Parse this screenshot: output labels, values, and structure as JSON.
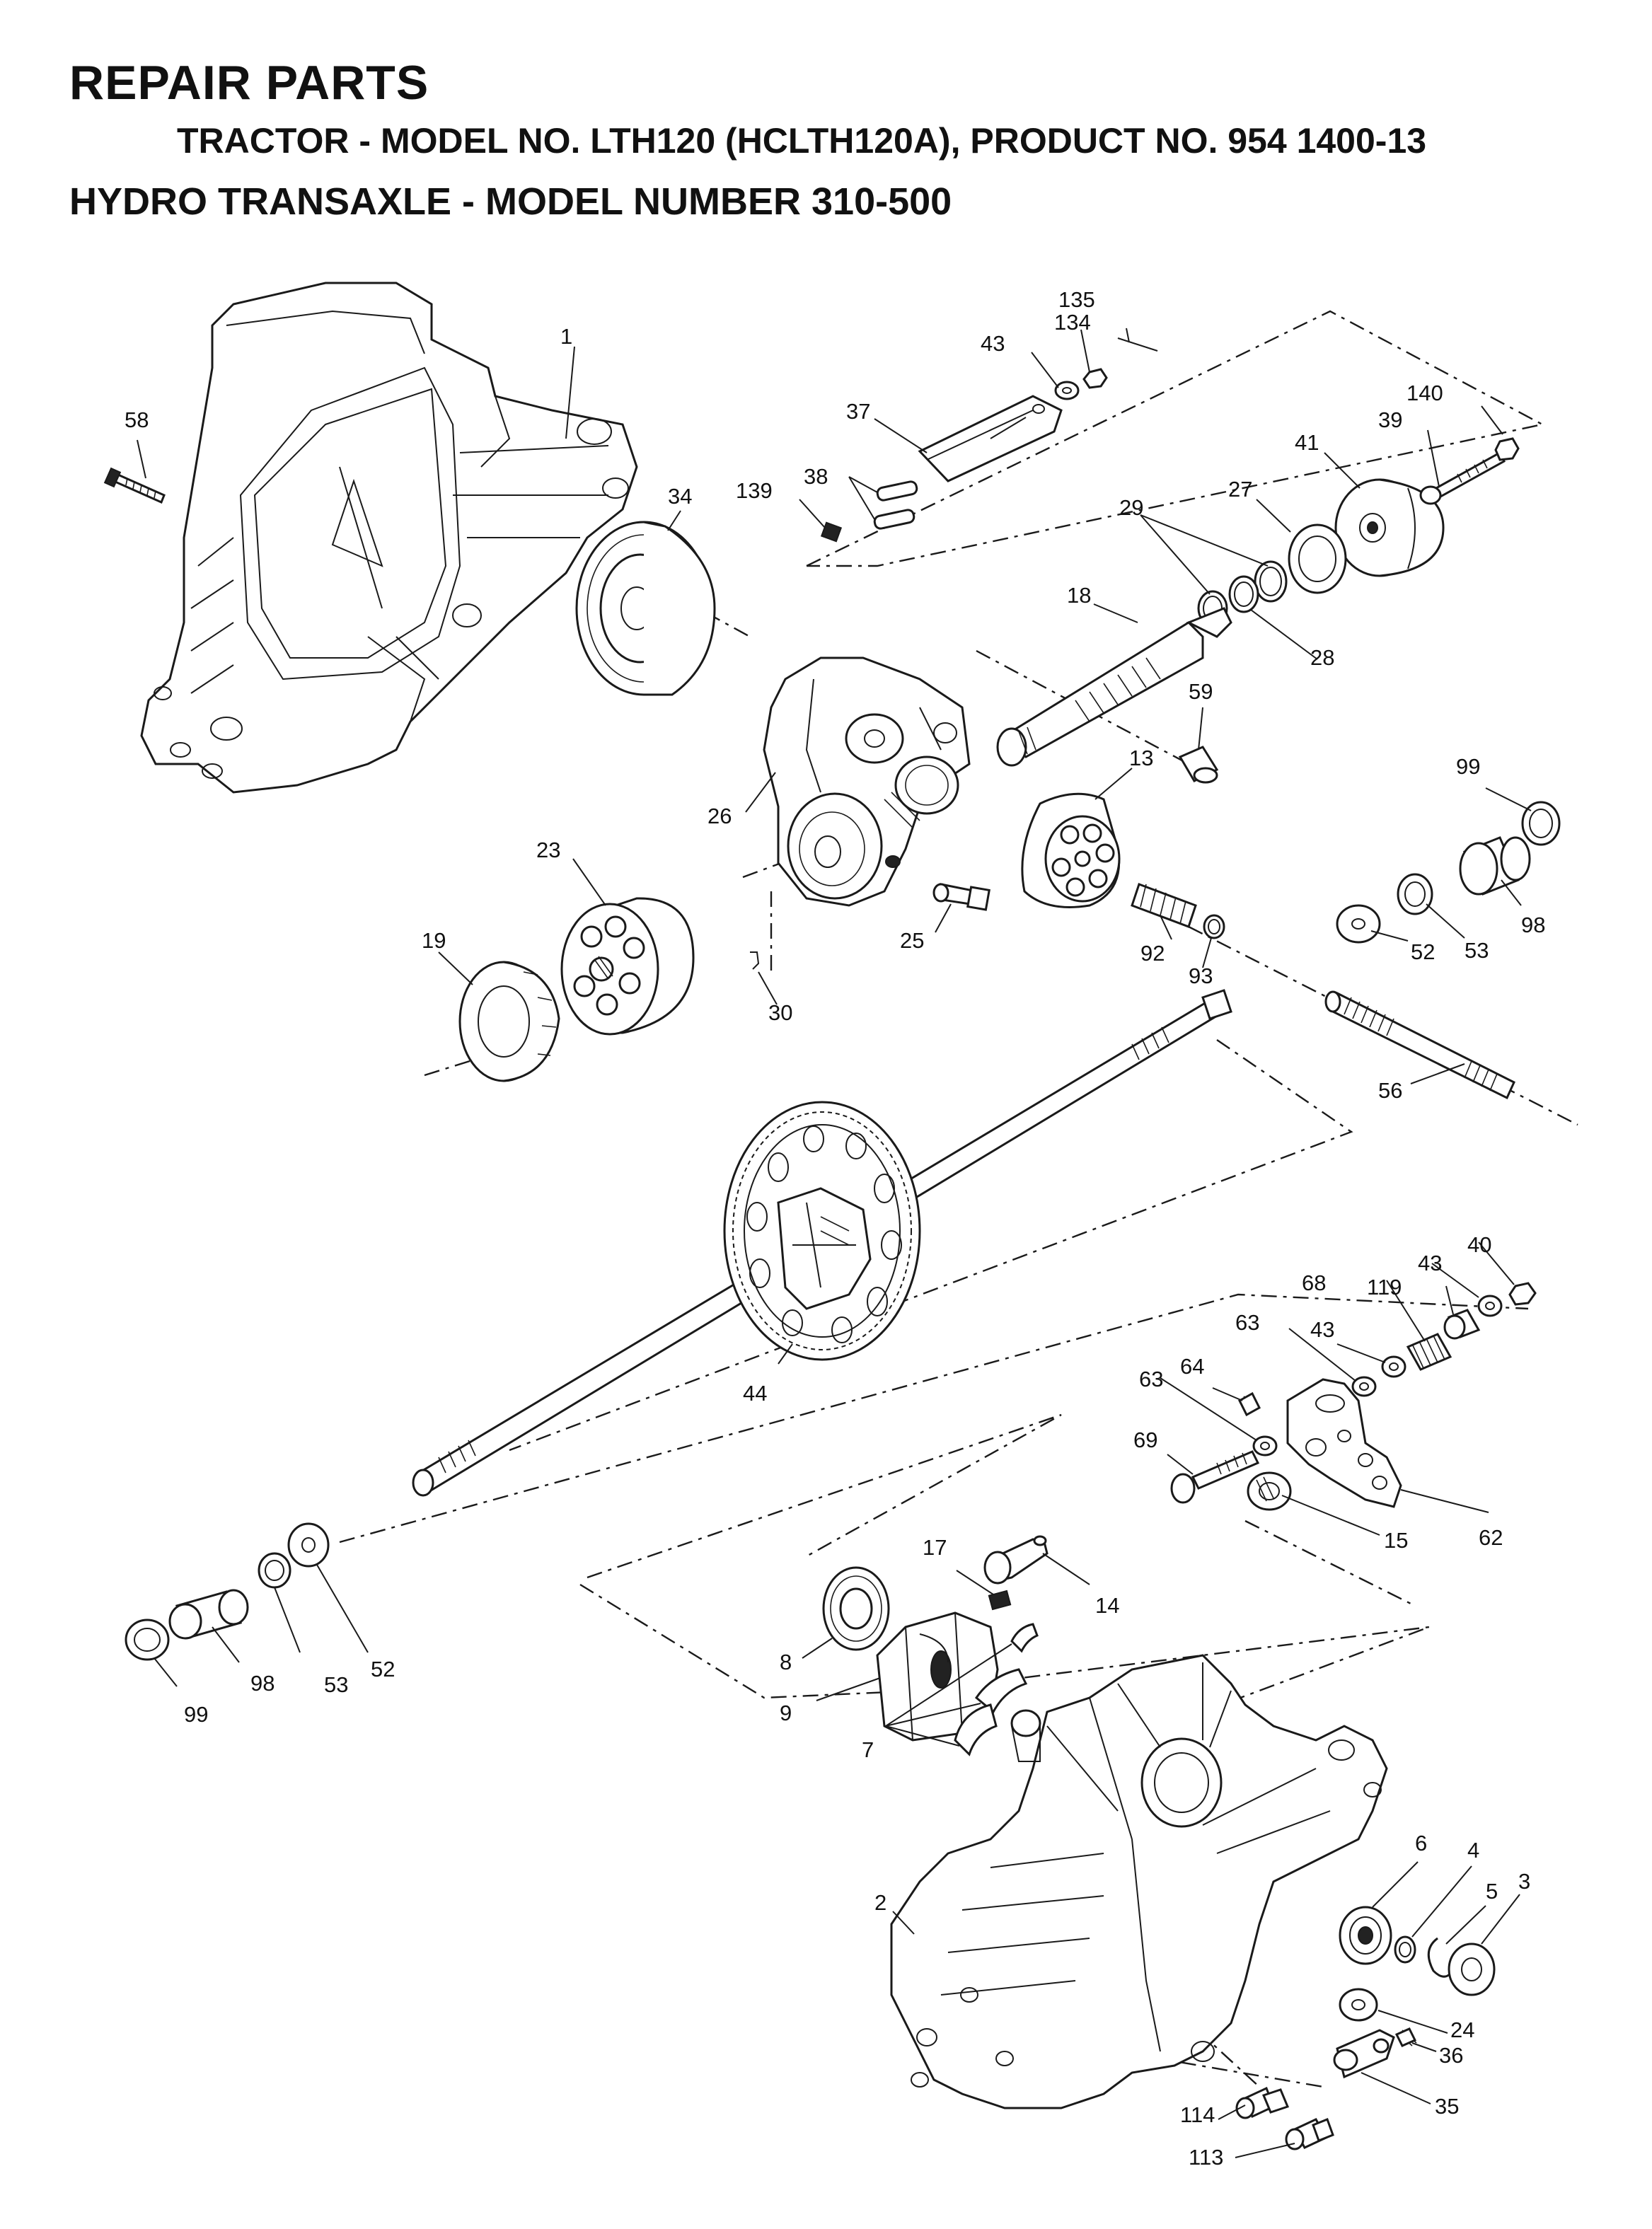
{
  "header": {
    "title": "REPAIR PARTS",
    "subtitle": "TRACTOR - MODEL NO. LTH120 (HCLTH120A), PRODUCT NO. 954 1400-13",
    "section": "HYDRO  TRANSAXLE - MODEL NUMBER 310-500"
  },
  "callouts": [
    "1",
    "58",
    "34",
    "135",
    "134",
    "43",
    "37",
    "38",
    "139",
    "140",
    "39",
    "41",
    "27",
    "29",
    "28",
    "18",
    "59",
    "26",
    "13",
    "99",
    "23",
    "19",
    "25",
    "30",
    "92",
    "93",
    "52",
    "53",
    "98",
    "56",
    "44",
    "40",
    "43",
    "68",
    "119",
    "63",
    "43",
    "64",
    "63",
    "69",
    "15",
    "62",
    "17",
    "14",
    "8",
    "9",
    "7",
    "99",
    "98",
    "53",
    "52",
    "6",
    "4",
    "5",
    "3",
    "2",
    "24",
    "36",
    "35",
    "114",
    "113"
  ]
}
